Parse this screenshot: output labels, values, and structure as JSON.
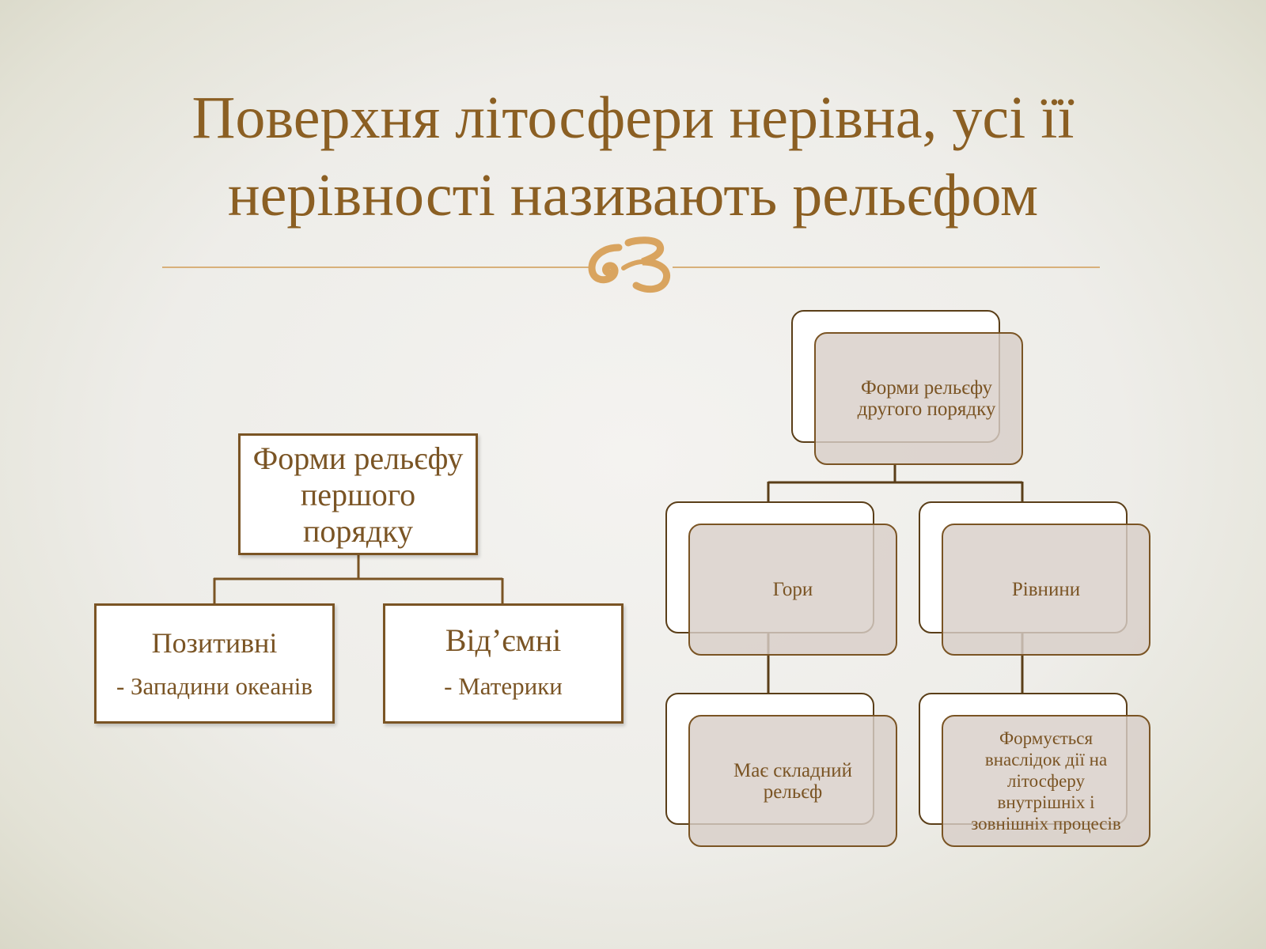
{
  "title": {
    "line1": "Поверхня літосфери нерівна, усі її",
    "line2": "нерівності називають рельєфом"
  },
  "left_diagram": {
    "root": {
      "line1": "Форми рельєфу",
      "line2": "першого",
      "line3": "порядку"
    },
    "positive": {
      "heading": "Позитивні",
      "detail": "- Западини океанів"
    },
    "negative": {
      "heading": "Від’ємні",
      "detail": "- Материки"
    }
  },
  "right_diagram": {
    "root": {
      "line1": "Форми рельєфу",
      "line2": "другого порядку"
    },
    "mountains": {
      "label": "Гори"
    },
    "plains": {
      "label": "Рівнини"
    },
    "mountains_detail": {
      "line1": "Має складний",
      "line2": "рельєф"
    },
    "plains_detail": {
      "line1": "Формується",
      "line2": "внаслідок дії на",
      "line3": "літосферу",
      "line4": "внутрішніх і",
      "line5": "зовнішніх процесів"
    }
  },
  "colors": {
    "title": "#8b5f23",
    "accent_rule": "#d8b07a",
    "box_border": "#7a5424",
    "box_fill_shaded": "#d8cec8"
  },
  "icons": {
    "ornament": "flourish-ornament-icon"
  }
}
